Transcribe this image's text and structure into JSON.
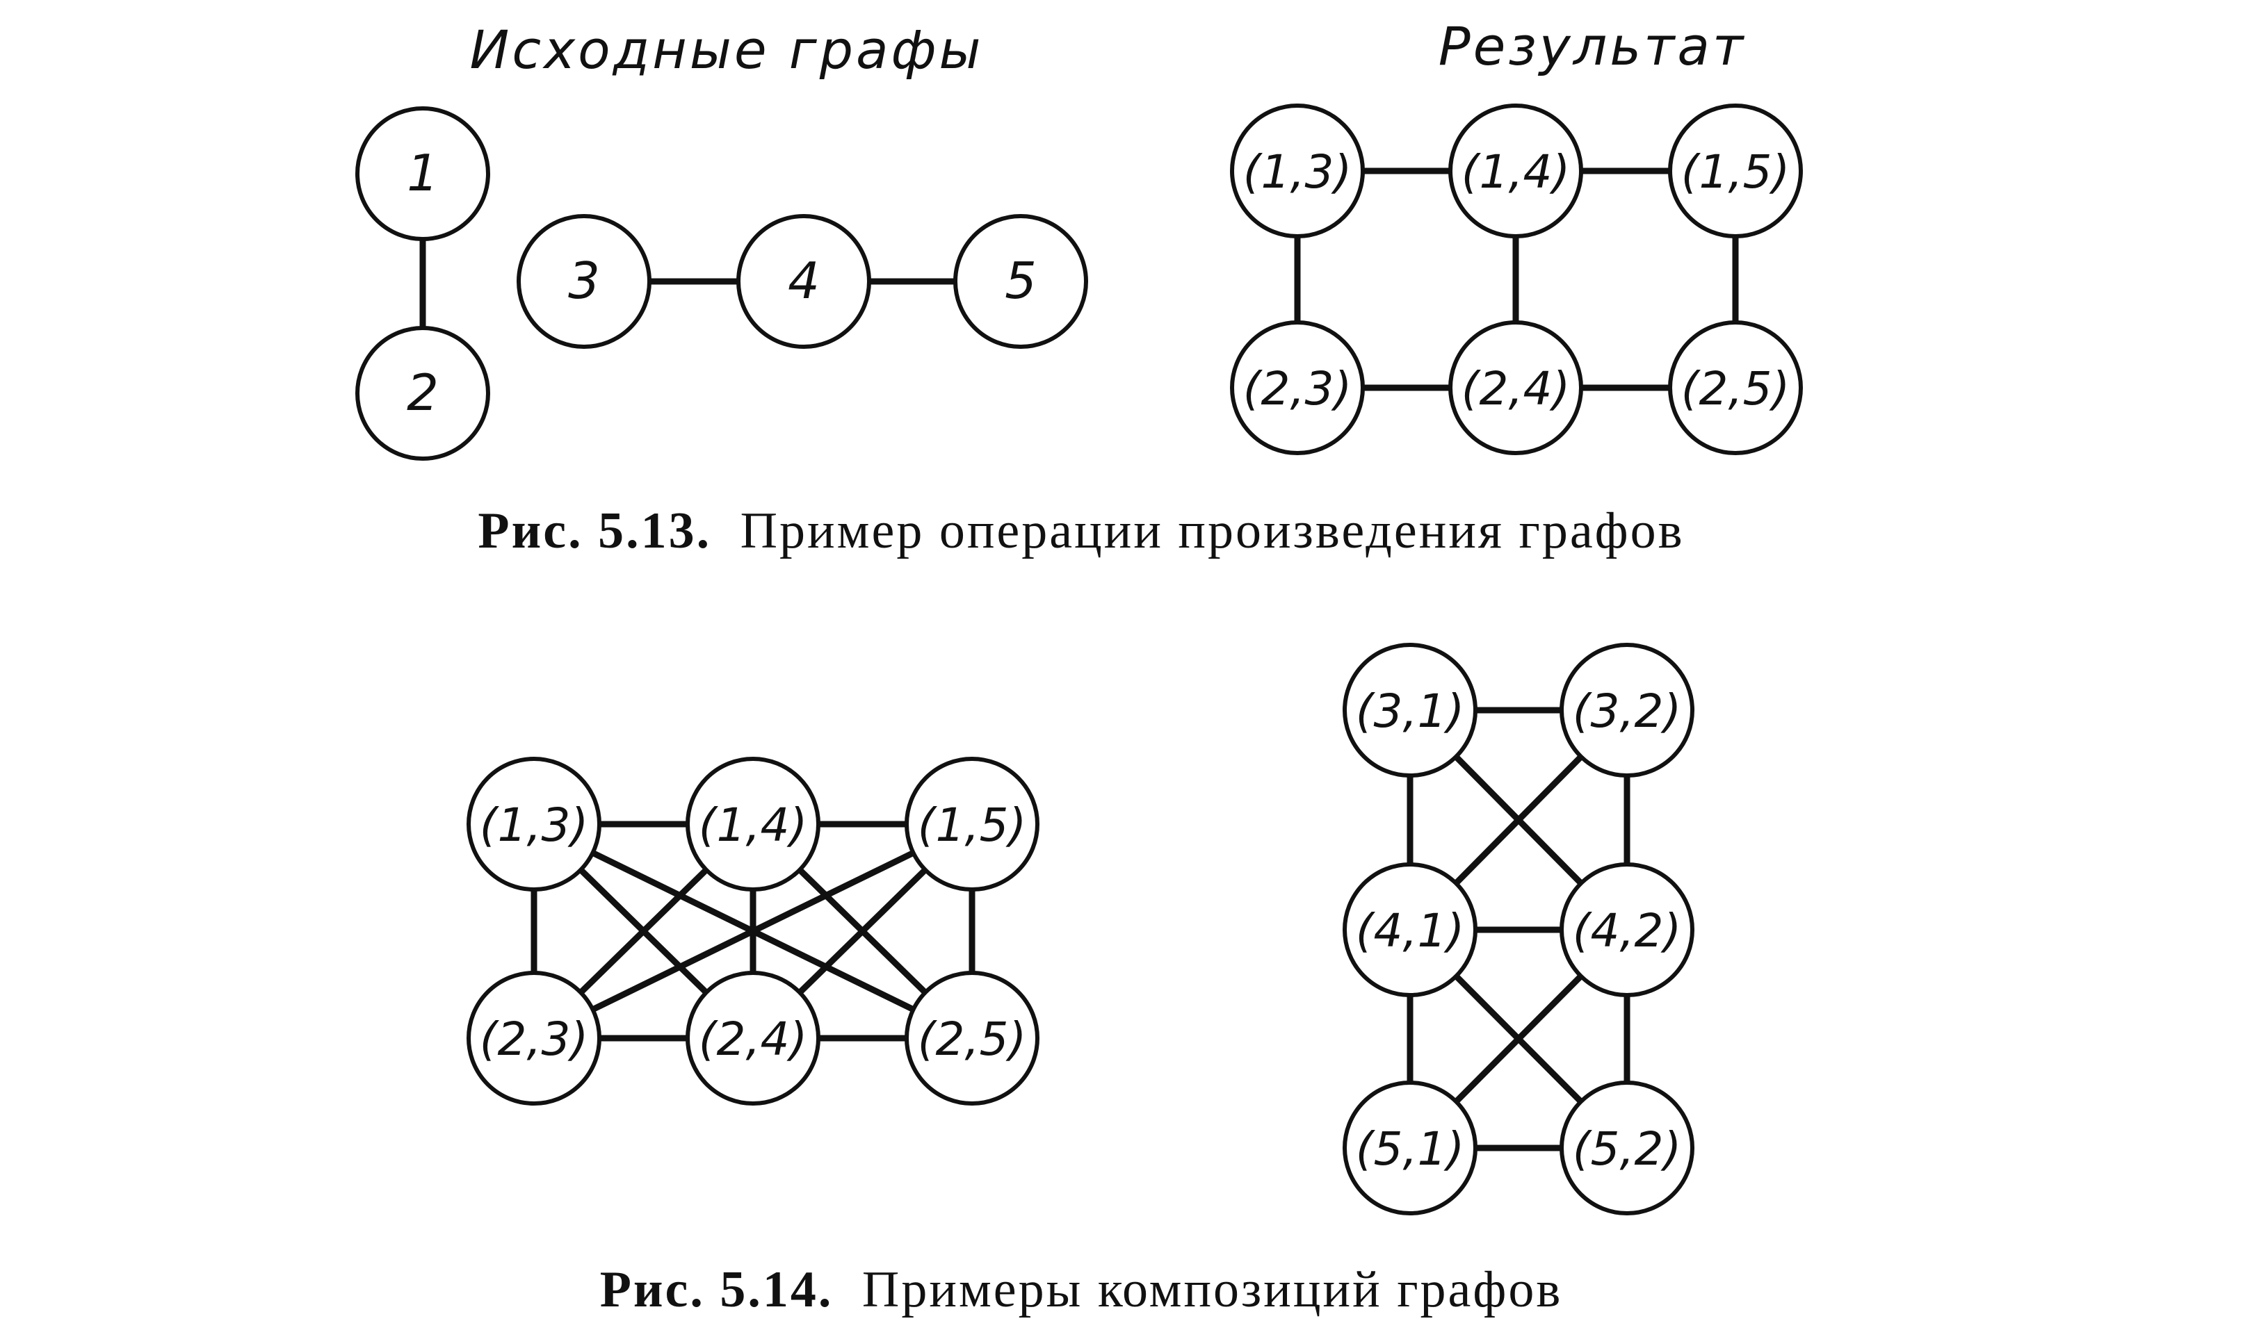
{
  "figure_5_13": {
    "left_heading": "Исходные графы",
    "right_heading": "Результат",
    "caption_prefix": "Рис. 5.13.",
    "caption_text": "Пример операции произведения графов",
    "source_graph_a": {
      "nodes": [
        "1",
        "2"
      ],
      "edges": [
        [
          "1",
          "2"
        ]
      ]
    },
    "source_graph_b": {
      "nodes": [
        "3",
        "4",
        "5"
      ],
      "edges": [
        [
          "3",
          "4"
        ],
        [
          "4",
          "5"
        ]
      ]
    },
    "result_graph": {
      "nodes": [
        "(1,3)",
        "(1,4)",
        "(1,5)",
        "(2,3)",
        "(2,4)",
        "(2,5)"
      ],
      "edges": [
        [
          "(1,3)",
          "(1,4)"
        ],
        [
          "(1,4)",
          "(1,5)"
        ],
        [
          "(2,3)",
          "(2,4)"
        ],
        [
          "(2,4)",
          "(2,5)"
        ],
        [
          "(1,3)",
          "(2,3)"
        ],
        [
          "(1,4)",
          "(2,4)"
        ],
        [
          "(1,5)",
          "(2,5)"
        ]
      ]
    }
  },
  "figure_5_14": {
    "caption_prefix": "Рис. 5.14.",
    "caption_text": "Примеры композиций графов",
    "composition_left": {
      "nodes": [
        "(1,3)",
        "(1,4)",
        "(1,5)",
        "(2,3)",
        "(2,4)",
        "(2,5)"
      ],
      "edges": [
        [
          "(1,3)",
          "(1,4)"
        ],
        [
          "(1,4)",
          "(1,5)"
        ],
        [
          "(2,3)",
          "(2,4)"
        ],
        [
          "(2,4)",
          "(2,5)"
        ],
        [
          "(1,3)",
          "(2,3)"
        ],
        [
          "(1,4)",
          "(2,4)"
        ],
        [
          "(1,5)",
          "(2,5)"
        ],
        [
          "(1,3)",
          "(2,4)"
        ],
        [
          "(1,3)",
          "(2,5)"
        ],
        [
          "(1,4)",
          "(2,3)"
        ],
        [
          "(1,4)",
          "(2,5)"
        ],
        [
          "(1,5)",
          "(2,3)"
        ],
        [
          "(1,5)",
          "(2,4)"
        ]
      ]
    },
    "composition_right": {
      "nodes": [
        "(3,1)",
        "(3,2)",
        "(4,1)",
        "(4,2)",
        "(5,1)",
        "(5,2)"
      ],
      "edges": [
        [
          "(3,1)",
          "(3,2)"
        ],
        [
          "(4,1)",
          "(4,2)"
        ],
        [
          "(5,1)",
          "(5,2)"
        ],
        [
          "(3,1)",
          "(4,1)"
        ],
        [
          "(4,1)",
          "(5,1)"
        ],
        [
          "(3,2)",
          "(4,2)"
        ],
        [
          "(4,2)",
          "(5,2)"
        ],
        [
          "(3,1)",
          "(4,2)"
        ],
        [
          "(3,2)",
          "(4,1)"
        ],
        [
          "(4,1)",
          "(5,2)"
        ],
        [
          "(4,2)",
          "(5,1)"
        ]
      ]
    }
  }
}
